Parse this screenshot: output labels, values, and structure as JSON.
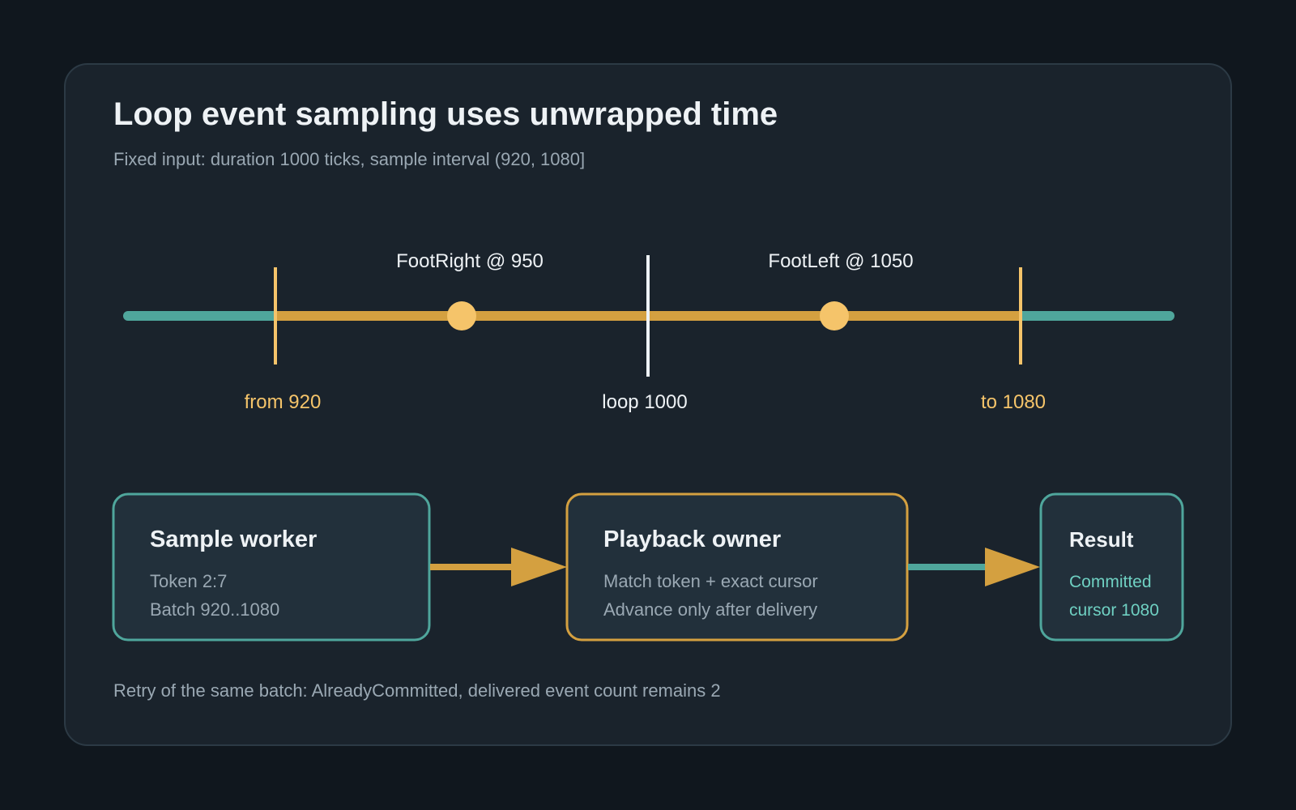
{
  "title": "Loop event sampling uses unwrapped time",
  "subtitle": "Fixed input: duration 1000 ticks, sample interval (920, 1080]",
  "timeline": {
    "events": [
      {
        "label": "FootRight @ 950",
        "tick": 950
      },
      {
        "label": "FootLeft @ 1050",
        "tick": 1050
      }
    ],
    "markers": {
      "from": {
        "label": "from 920",
        "tick": 920
      },
      "loop": {
        "label": "loop 1000",
        "tick": 1000
      },
      "to": {
        "label": "to 1080",
        "tick": 1080
      }
    }
  },
  "boxes": {
    "sample_worker": {
      "title": "Sample worker",
      "line1": "Token 2:7",
      "line2": "Batch 920..1080"
    },
    "playback_owner": {
      "title": "Playback owner",
      "line1": "Match token + exact cursor",
      "line2": "Advance only after delivery"
    },
    "result": {
      "title": "Result",
      "line1": "Committed",
      "line2": "cursor 1080"
    }
  },
  "footer": "Retry of the same batch: AlreadyCommitted, delivered event count remains 2",
  "colors": {
    "background": "#10171e",
    "panel": "#1a232c",
    "teal": "#4fa69c",
    "gold": "#d4a040",
    "gold_light": "#f5c46a",
    "white": "#eef2f5",
    "muted": "#9aa8b3"
  }
}
